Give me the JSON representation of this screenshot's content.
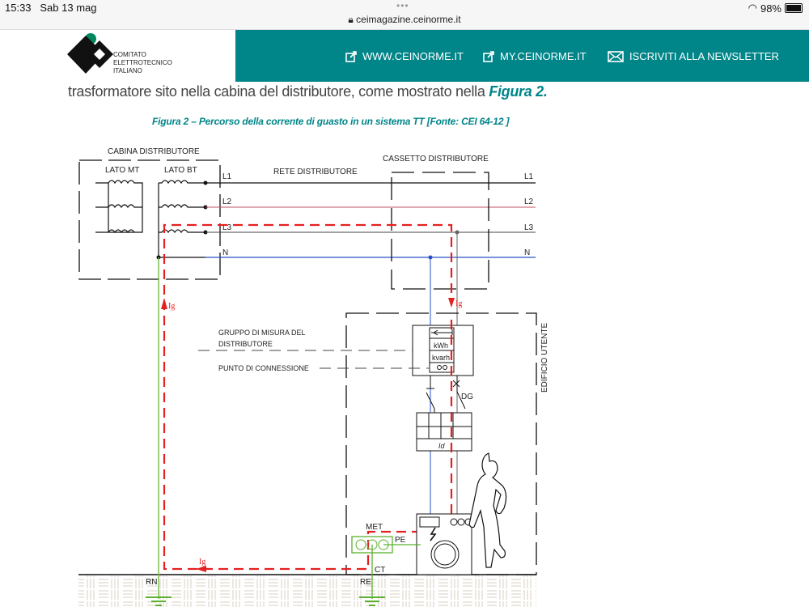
{
  "status_bar": {
    "time": "15:33",
    "date": "Sab 13 mag",
    "url": "ceimagazine.ceinorme.it",
    "battery": "98%"
  },
  "header": {
    "logo_text": [
      "COMITATO",
      "ELETTROTECNICO",
      "ITALIANO"
    ],
    "nav": [
      {
        "label": "WWW.CEINORME.IT",
        "icon": "external-link-icon"
      },
      {
        "label": "MY.CEINORME.IT",
        "icon": "external-link-icon"
      },
      {
        "label": "ISCRIVITI ALLA NEWSLETTER",
        "icon": "envelope-icon"
      }
    ],
    "accent_color": "#008589"
  },
  "article": {
    "text": "trasformatore sito nella cabina del distributore, come mostrato nella ",
    "link": "Figura 2.",
    "caption": "Figura 2 – Percorso della corrente di guasto in un sistema TT [Fonte: CEI 64-12 ]"
  },
  "diagram": {
    "cabina": "CABINA DISTRIBUTORE",
    "lato_mt": "LATO MT",
    "lato_bt": "LATO BT",
    "rete": "RETE DISTRIBUTORE",
    "cassetto": "CASSETTO DISTRIBUTORE",
    "lines": [
      "L1",
      "L2",
      "L3",
      "N"
    ],
    "ig": "Ig",
    "gruppo_1": "GRUPPO DI MISURA DEL",
    "gruppo_2": "DISTRIBUTORE",
    "punto": "PUNTO DI CONNESSIONE",
    "kwh": "kWh",
    "kvarh": "kvarh",
    "dg": "DG",
    "id": "Id",
    "edificio": "EDIFICIO UTENTE",
    "met": "MET",
    "pe": "PE",
    "ct": "CT",
    "rn": "RN",
    "re": "RE"
  }
}
